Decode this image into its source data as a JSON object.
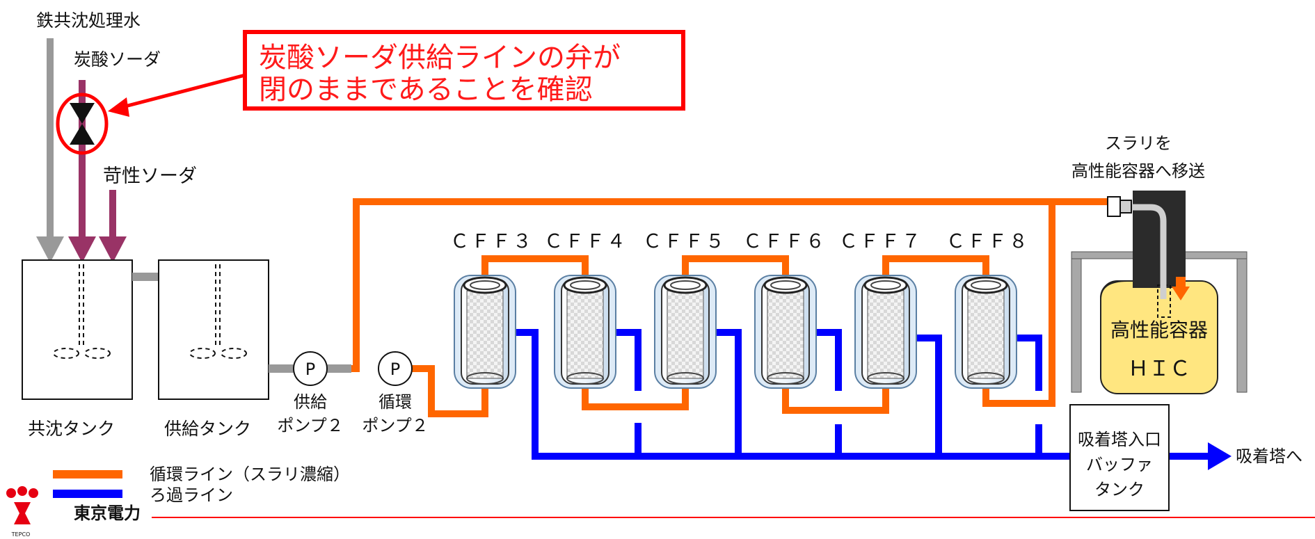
{
  "inputs": {
    "iron_water": "鉄共沈処理水",
    "soda_ash": "炭酸ソーダ",
    "caustic": "苛性ソーダ"
  },
  "callout": {
    "line1": "炭酸ソーダ供給ラインの弁が",
    "line2": "閉のままであることを確認"
  },
  "tanks": {
    "coprecip": "共沈タンク",
    "supply": "供給タンク"
  },
  "pumps": {
    "symbol": "P",
    "supply_pump": {
      "line1": "供給",
      "line2": "ポンプ２"
    },
    "circ_pump": {
      "line1": "循環",
      "line2": "ポンプ２"
    }
  },
  "filters": [
    "ＣＦＦ３",
    "ＣＦＦ４",
    "ＣＦＦ５",
    "ＣＦＦ６",
    "ＣＦＦ７",
    "ＣＦＦ８"
  ],
  "slurry": {
    "line1": "スラリを",
    "line2": "高性能容器へ移送"
  },
  "hic": {
    "line1": "高性能容器",
    "line2": "ＨＩＣ"
  },
  "buffer": {
    "line1": "吸着塔入口",
    "line2": "バッファ",
    "line3": "タンク"
  },
  "outlet": "吸着塔へ",
  "legend": {
    "circulation": "循環ライン（スラリ濃縮）",
    "filtration": "ろ過ライン"
  },
  "logo": {
    "company": "東京電力",
    "abbr": "TEPCO"
  },
  "colors": {
    "circulation": "#ff6600",
    "filtration": "#0000ff",
    "chemical": "#993366",
    "water": "#999999",
    "callout": "#ff0000",
    "hic_fill": "#ffe680",
    "footer_line": "#ff0000"
  }
}
